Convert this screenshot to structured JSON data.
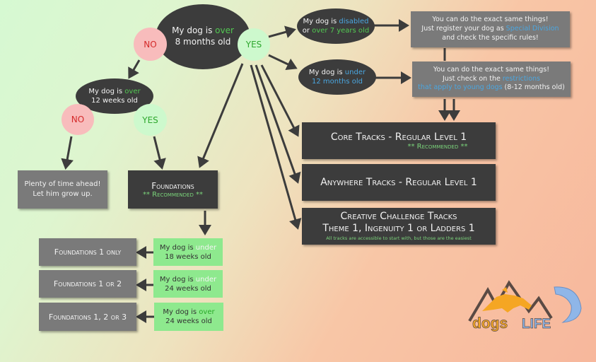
{
  "root": {
    "question_prefix": "My dog is ",
    "question_highlight": "over",
    "question_suffix": "8 months old",
    "no_label": "NO",
    "yes_label": "YES"
  },
  "twelve_weeks": {
    "question_prefix": "My dog is ",
    "question_highlight": "over",
    "question_suffix": "12 weeks old",
    "no_label": "NO",
    "yes_label": "YES"
  },
  "plenty_box": {
    "line1": "Plenty of time ahead!",
    "line2": "Let him grow up."
  },
  "foundations_box": {
    "title": "Foundations",
    "recommended": "** Recommended **"
  },
  "foundation_options": [
    {
      "result": "Foundations 1 only",
      "cond_prefix": "My dog is ",
      "cond_highlight": "under",
      "cond_suffix": "18 weeks old"
    },
    {
      "result": "Foundations 1 or 2",
      "cond_prefix": "My dog is ",
      "cond_highlight": "under",
      "cond_suffix": "24 weeks old"
    },
    {
      "result": "Foundations 1, 2 or 3",
      "cond_prefix": "My dog is ",
      "cond_highlight": "over",
      "cond_suffix": "24 weeks old"
    }
  ],
  "disabled": {
    "prefix": "My dog is ",
    "highlight1": "disabled",
    "mid": "or ",
    "highlight2": "over 7 years old"
  },
  "special_division_box": {
    "line1": "You can do the exact same things!",
    "line2_prefix": "Just register your dog as ",
    "line2_link": "Special Division",
    "line3": "and check the specific rules!"
  },
  "under12": {
    "prefix": "My dog is ",
    "highlight": "under",
    "line2": "12 months old"
  },
  "young_dogs_box": {
    "line1": "You can do the exact same things!",
    "line2_prefix": "Just check on the ",
    "line2_link": "restrictions",
    "line3_link": "that apply to young dogs",
    "line3_suffix": " (8-12 months old)"
  },
  "tracks": [
    {
      "title": "Core Tracks - Regular Level 1",
      "recommended": "** Recommended **"
    },
    {
      "title": "Anywhere Tracks - Regular Level 1"
    },
    {
      "title": "Creative Challenge Tracks",
      "subtitle": "Theme 1, Ingenuity 1 or Ladders 1",
      "note": "All tracks are accessible to start with, but those are the easiest"
    }
  ],
  "logo": {
    "word1": "dogs",
    "word2": "LIFE",
    "colors": {
      "mountain": "#5a4a44",
      "dog": "#f5a623",
      "wave": "#8fb6e8"
    }
  },
  "colors": {
    "dark_box": "#3c3c3c",
    "grey_box": "#7a7a7a",
    "green_box": "#8ee98e",
    "yes": "#2ea82e",
    "no": "#d42a2a",
    "link": "#4aa6e0",
    "highlight_green": "#52c852"
  }
}
